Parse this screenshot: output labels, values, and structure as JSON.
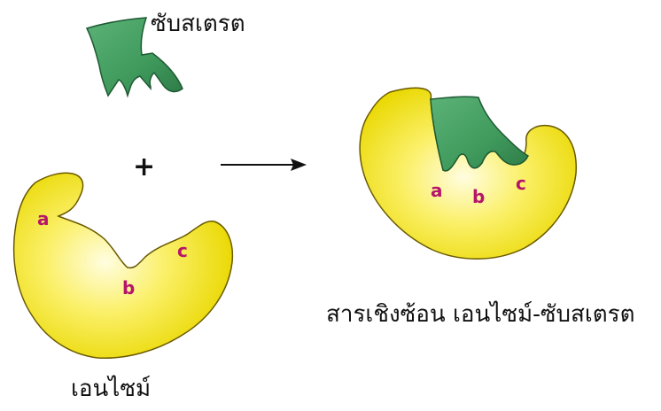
{
  "labels": {
    "substrate": "ซับสเตรต",
    "enzyme": "เอนไซม์",
    "complex": "สารเชิงซ้อน เอนไซม์-ซับสเตรต",
    "plus": "+"
  },
  "sites": {
    "a": "a",
    "b": "b",
    "c": "c"
  },
  "colors": {
    "enzyme_fill": "#f6ea2e",
    "enzyme_highlight": "#fffde0",
    "enzyme_stroke": "#6a5a00",
    "substrate_fill": "#3f9a5c",
    "substrate_stroke": "#1e5a33",
    "site_label": "#b5156a",
    "arrow": "#111111"
  }
}
